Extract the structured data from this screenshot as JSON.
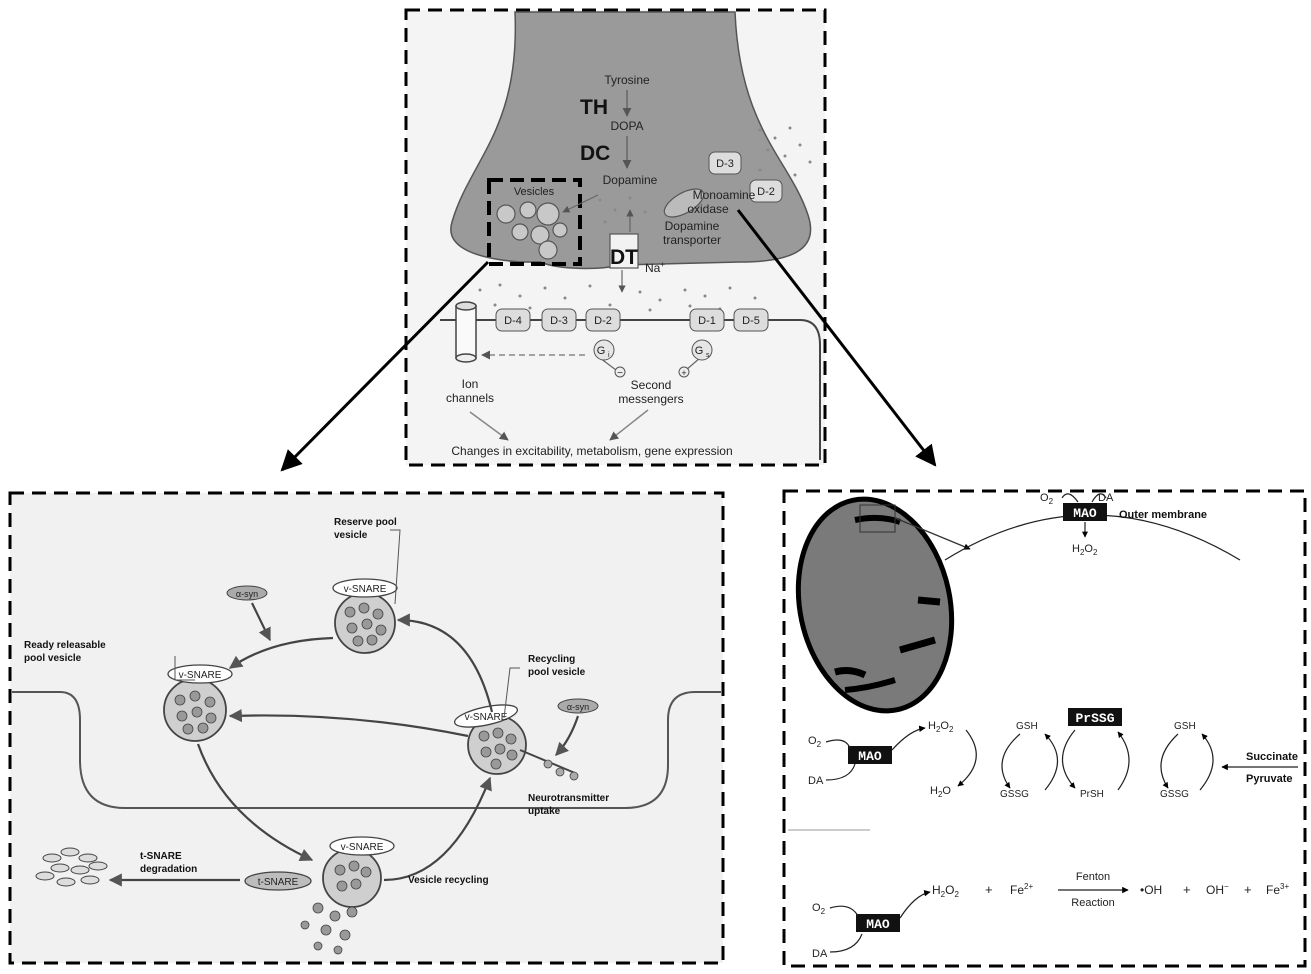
{
  "synapse": {
    "tyrosine": "Tyrosine",
    "th": "TH",
    "dopa": "DOPA",
    "dc": "DC",
    "dopamine": "Dopamine",
    "vesicles": "Vesicles",
    "mao_line1": "Monoamine",
    "mao_line2": "oxidase",
    "transporter_line1": "Dopamine",
    "transporter_line2": "transporter",
    "dt": "DT",
    "na": "Na",
    "na_sup": "+",
    "receptors": [
      "D-4",
      "D-3",
      "D-2",
      "D-1",
      "D-5"
    ],
    "autoreceptors": [
      "D-3",
      "D-2"
    ],
    "gi": "G",
    "gi_sub": "i",
    "gs": "G",
    "gs_sub": "s",
    "minus": "−",
    "plus": "+",
    "ion_line1": "Ion",
    "ion_line2": "channels",
    "second_line1": "Second",
    "second_line2": "messengers",
    "changes": "Changes in excitability, metabolism, gene expression"
  },
  "vesicle_cycle": {
    "reserve_line1": "Reserve pool",
    "reserve_line2": "vesicle",
    "ready_line1": "Ready releasable",
    "ready_line2": "pool vesicle",
    "recycling_line1": "Recycling",
    "recycling_line2": "pool vesicle",
    "vsnare": "v-SNARE",
    "tsnare": "t-SNARE",
    "asyn": "α-syn",
    "nt_line1": "Neurotransmitter",
    "nt_line2": "uptake",
    "degr_line1": "t-SNARE",
    "degr_line2": "degradation",
    "vesicle_recycling": "Vesicle recycling"
  },
  "mao_panel": {
    "o2": "O",
    "o2_sub": "2",
    "da": "DA",
    "mao": "MAO",
    "outer_membrane": "Outer   membrane",
    "h2o2_h": "H",
    "h2o2_o": "O",
    "two": "2",
    "gsh": "GSH",
    "gssg": "GSSG",
    "prssg": "PrSSG",
    "prsh": "PrSH",
    "h2o": "H",
    "h2o_o": "O",
    "succinate": "Succinate",
    "pyruvate": "Pyruvate",
    "fe2": "Fe",
    "fe2_sup": "2+",
    "fenton": "Fenton",
    "reaction": "Reaction",
    "oh_radical": "•OH",
    "oh_minus": "OH",
    "oh_minus_sup": "−",
    "fe3": "Fe",
    "fe3_sup": "3+",
    "plus": "+"
  }
}
